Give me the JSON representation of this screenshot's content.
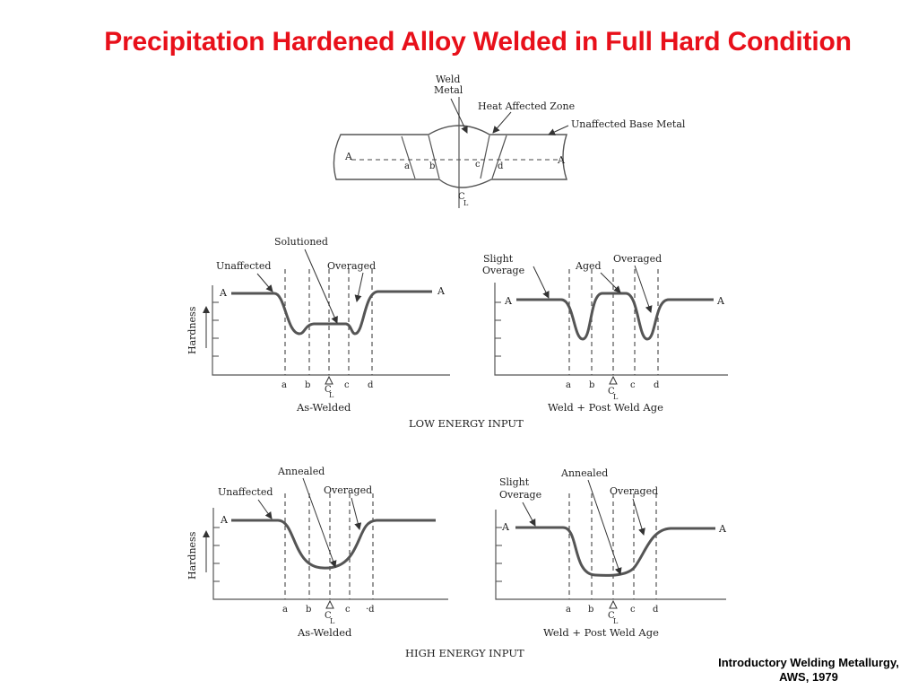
{
  "slide": {
    "title": "Precipitation Hardened Alloy Welded in Full Hard Condition",
    "citation_line1": "Introductory Welding Metallurgy,",
    "citation_line2": "AWS, 1979"
  },
  "weld_schematic": {
    "weld_metal_line1": "Weld",
    "weld_metal_line2": "Metal",
    "haz": "Heat Affected Zone",
    "base": "Unaffected Base Metal",
    "a_left": "A",
    "a_right": "A",
    "zones": [
      "a",
      "b",
      "c",
      "d"
    ],
    "centerline": "C",
    "centerline_sub": "L"
  },
  "graphs": {
    "axis_label": "Hardness",
    "zone_labels": [
      "a",
      "b",
      "c",
      "d"
    ],
    "centerline": "C",
    "centerline_sub": "L",
    "a_marker": "A",
    "low_energy": {
      "section_caption": "LOW ENERGY INPUT",
      "as_welded": {
        "caption": "As-Welded",
        "unaffected": "Unaffected",
        "solutioned": "Solutioned",
        "overaged": "Overaged"
      },
      "post_weld_age": {
        "caption": "Weld + Post Weld Age",
        "slight_overage_line1": "Slight",
        "slight_overage_line2": "Overage",
        "aged": "Aged",
        "overaged": "Overaged"
      }
    },
    "high_energy": {
      "section_caption": "HIGH ENERGY INPUT",
      "as_welded": {
        "caption": "As-Welded",
        "unaffected": "Unaffected",
        "annealed": "Annealed",
        "overaged": "Overaged",
        "d_label": "·d"
      },
      "post_weld_age": {
        "caption": "Weld + Post Weld Age",
        "slight_overage_line1": "Slight",
        "slight_overage_line2": "Overage",
        "annealed": "Annealed",
        "overaged": "Overaged"
      }
    }
  }
}
